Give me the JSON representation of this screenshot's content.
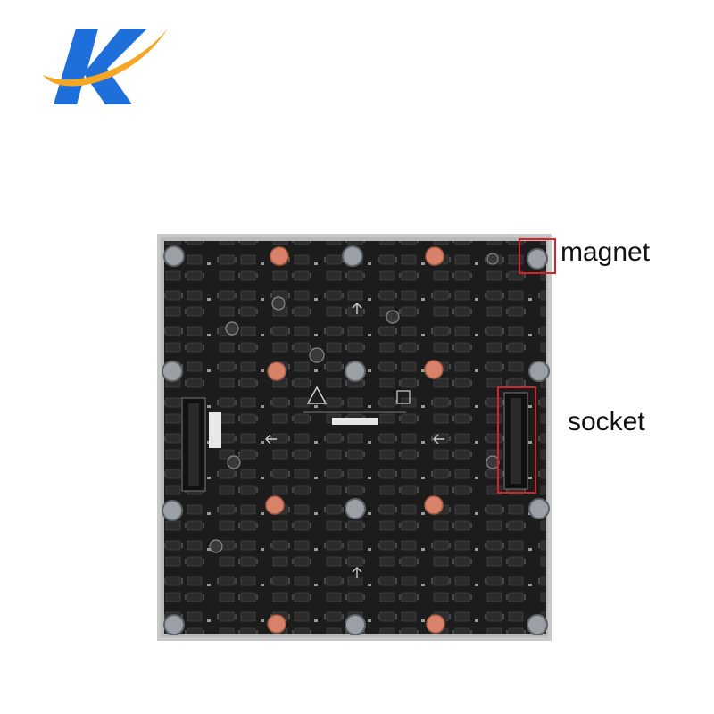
{
  "annotations": {
    "magnet_label": "magnet",
    "socket_label": "socket",
    "highlight_color": "#d9232a"
  },
  "logo": {
    "icon": "k-swoosh-logo",
    "blue": "#1e6fd9",
    "orange": "#f5a623"
  },
  "board": {
    "pcb_color": "#1c1c1c",
    "frame_color": "#c8c8c8",
    "magnet_color": "#9aa0a6",
    "copper_pad_color": "#d9826a"
  }
}
